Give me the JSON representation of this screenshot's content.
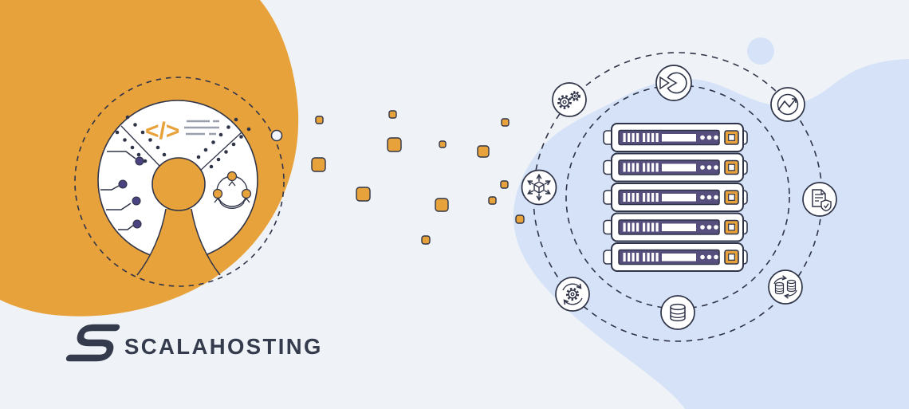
{
  "brand": {
    "logo_text": "SCALAHOSTING"
  },
  "illustration": {
    "code_glyph": "</>",
    "server_unit_count": 5,
    "confetti_square_count": 13,
    "ring_icons": [
      "gears-icon",
      "pie-arrow-icon",
      "line-chart-icon",
      "network-cube-icon",
      "document-shield-icon",
      "gear-sync-icon",
      "database-icon",
      "database-sync-icon"
    ]
  },
  "colors": {
    "background": "#EFF3F7",
    "accent_orange": "#E8A23C",
    "blob_blue": "#D5E2F7",
    "outline_dark": "#2F3448",
    "server_panel_purple": "#564F7D",
    "circuit_node_purple": "#4A4380",
    "logo_color": "#343B4C",
    "text_line_gray": "#9AA0AC"
  }
}
